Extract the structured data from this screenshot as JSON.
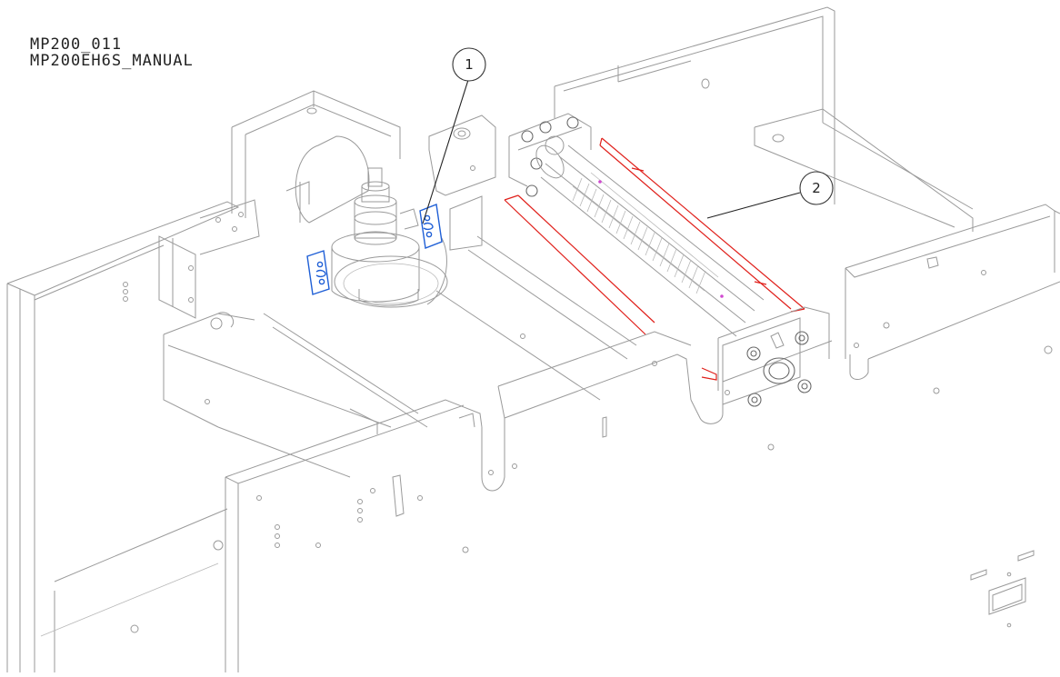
{
  "header": {
    "line1": "MP200_011",
    "line2": "MP200EH6S_MANUAL"
  },
  "callouts": [
    {
      "number": "1",
      "part": "blue brackets"
    },
    {
      "number": "2",
      "part": "red strips"
    }
  ],
  "colors": {
    "outline": "#9a9a9a",
    "highlight_1": "#1f5fd6",
    "highlight_2": "#e0201b"
  }
}
